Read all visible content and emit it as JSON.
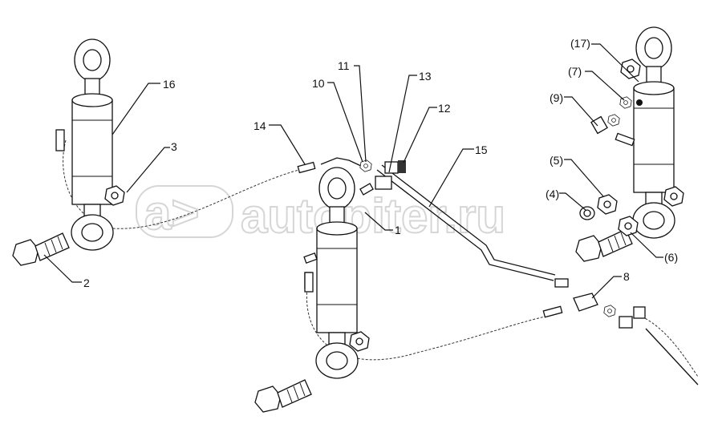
{
  "diagram": {
    "watermark": {
      "logo": "a>",
      "text": "autopiter.ru"
    },
    "labels": {
      "l1": "1",
      "l2": "2",
      "l3": "3",
      "l8": "8",
      "l10": "10",
      "l11": "11",
      "l12": "12",
      "l13": "13",
      "l14": "14",
      "l15": "15",
      "l16": "16",
      "l4": "(4)",
      "l5": "(5)",
      "l6": "(6)",
      "l7": "(7)",
      "l9": "(9)",
      "l17": "(17)"
    }
  }
}
